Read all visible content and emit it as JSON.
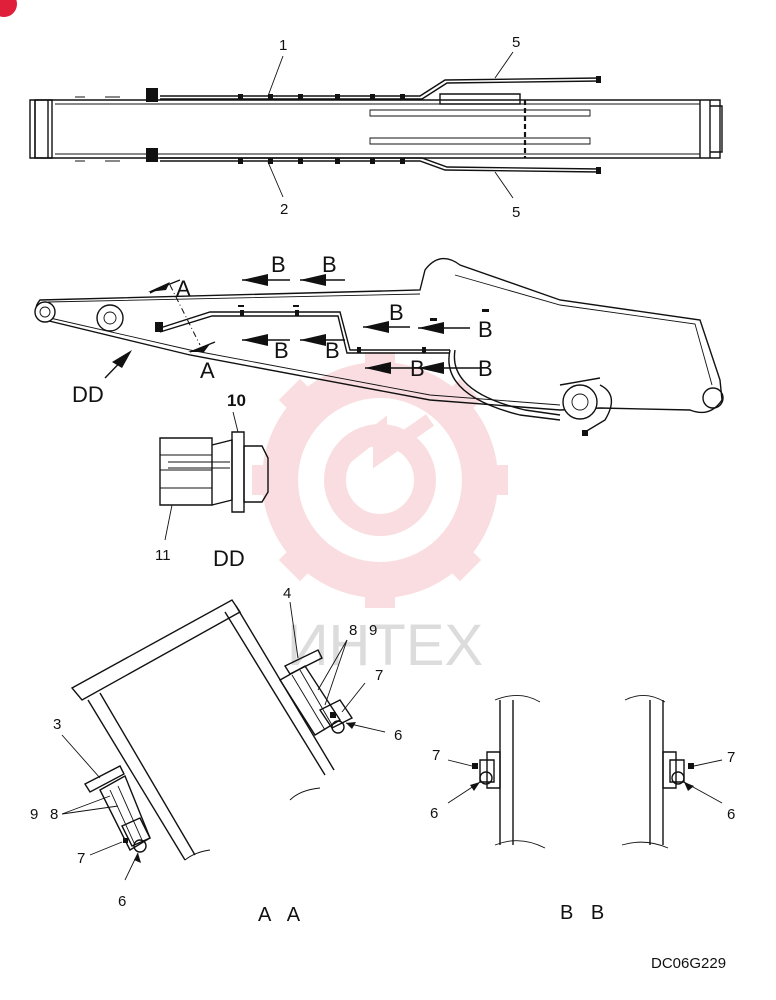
{
  "drawing_code": "DC06G229",
  "watermark": {
    "text": "ИНТЕХ",
    "color": "#f0a0a8"
  },
  "accent_color": "#e0203a",
  "callouts": {
    "top_1": "1",
    "top_2": "2",
    "top_5a": "5",
    "top_5b": "5",
    "aa_4": "4",
    "aa_8a": "8",
    "aa_9a": "9",
    "aa_7a": "7",
    "aa_6a": "6",
    "aa_3": "3",
    "aa_9b": "9",
    "aa_8b": "8",
    "aa_7b": "7",
    "aa_6b": "6",
    "bb_7a": "7",
    "bb_6a": "6",
    "bb_7b": "7",
    "bb_6b": "6",
    "dd_10": "10",
    "dd_11": "11"
  },
  "section_marks": {
    "a_top": "A",
    "a_bottom": "A",
    "b1": "B",
    "b2": "B",
    "b3": "B",
    "b4": "B",
    "b5": "B",
    "b6": "B",
    "b7": "B",
    "b8": "B"
  },
  "view_labels": {
    "dd_arrow": "DD",
    "dd_detail": "DD",
    "aa": "A A",
    "bb": "B B"
  }
}
